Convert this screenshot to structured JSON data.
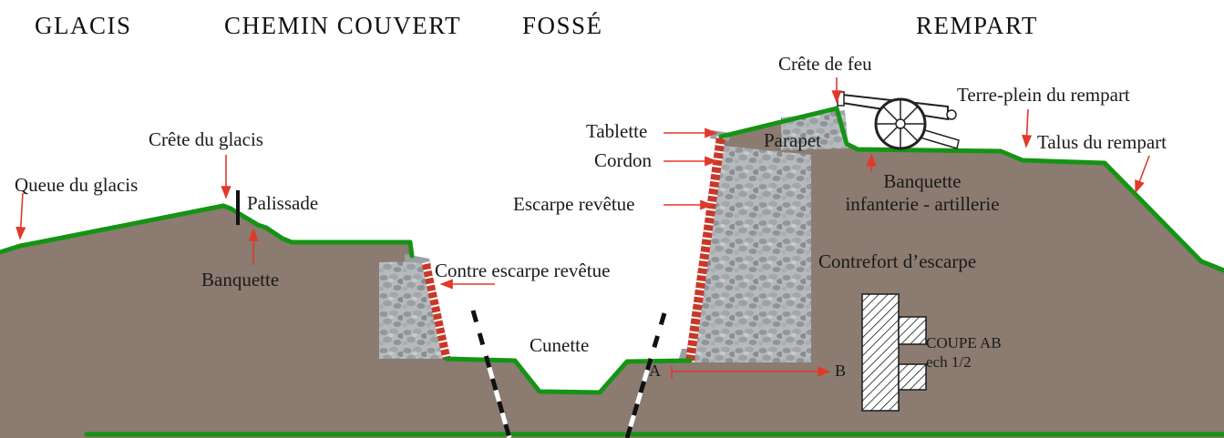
{
  "colors": {
    "earth": "#8b7b71",
    "grass": "#149414",
    "accent_red": "#e0392c",
    "brick_red": "#c8382a",
    "stone_base": "#b7babd",
    "text": "#1a1a1a"
  },
  "icons": {
    "cannon": "cannon-side-view",
    "palisade": "palisade-post",
    "range_poles": "striped-range-poles"
  },
  "section_headers": {
    "glacis": "GLACIS",
    "chemin_couvert": "CHEMIN COUVERT",
    "fosse": "FOSSÉ",
    "rempart": "REMPART"
  },
  "labels": {
    "queue_du_glacis": "Queue du glacis",
    "crete_du_glacis": "Crête du glacis",
    "palissade": "Palissade",
    "banquette": "Banquette",
    "contre_escarpe_revetue": "Contre escarpe revêtue",
    "cunette": "Cunette",
    "tablette": "Tablette",
    "cordon": "Cordon",
    "escarpe_revetue": "Escarpe revêtue",
    "parapet": "Parapet",
    "crete_de_feu": "Crête de feu",
    "terre_plein_du_rempart": "Terre-plein du rempart",
    "talus_du_rempart": "Talus du rempart",
    "banquette_infanterie_line1": "Banquette",
    "banquette_infanterie_line2": "infanterie - artillerie",
    "contrefort_descarpe": "Contrefort d’escarpe"
  },
  "coupe": {
    "title": "COUPE AB",
    "scale": "ech 1/2"
  },
  "section_points": {
    "a": "A",
    "b": "B"
  }
}
